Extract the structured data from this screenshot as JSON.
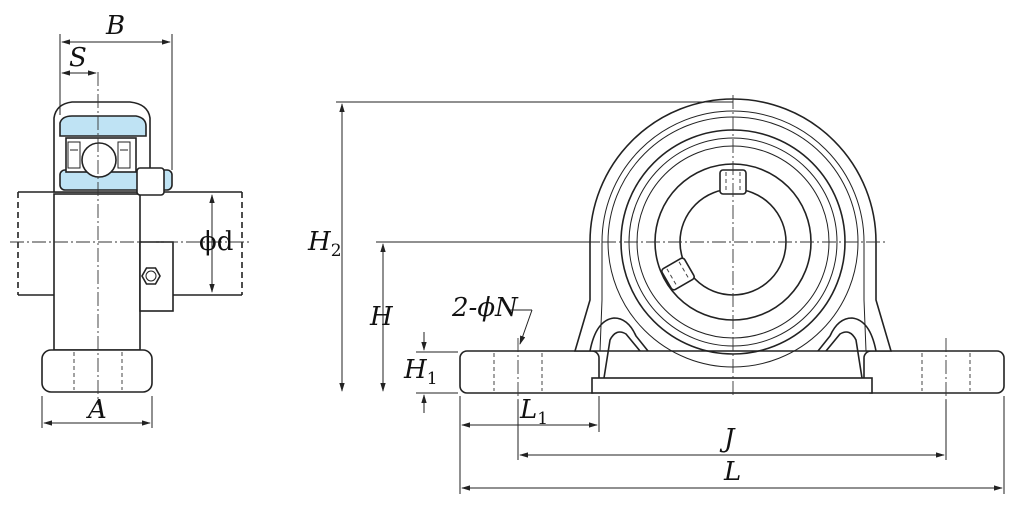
{
  "labels": {
    "B": "B",
    "S": "S",
    "d": "ϕd",
    "A": "A",
    "H2": "H",
    "H2_sub": "2",
    "H": "H",
    "H1": "H",
    "H1_sub": "1",
    "N": "2-ϕN",
    "L1": "L",
    "L1_sub": "1",
    "J": "J",
    "L": "L"
  },
  "colors": {
    "bearing_fill": "#bfe3f4",
    "line": "#222222"
  }
}
